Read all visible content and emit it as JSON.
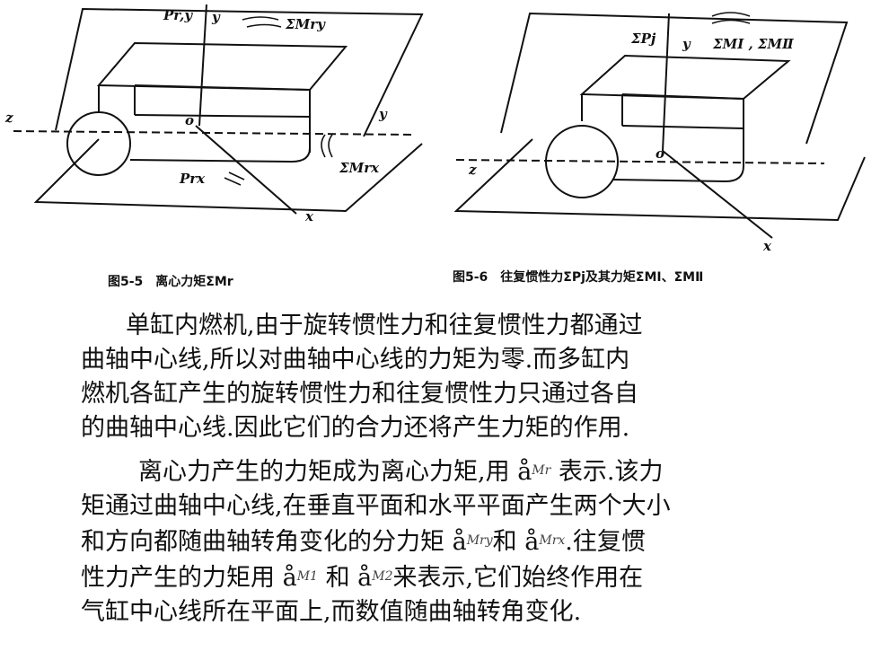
{
  "figures": {
    "left": {
      "caption": "图5-5　离心力矩ΣMr",
      "labels": {
        "pry": "Pr,y",
        "y": "y",
        "smry": "ΣMry",
        "z": "z",
        "o": "o",
        "y2": "y",
        "prx": "Prx",
        "smrx": "ΣMrx",
        "x": "x"
      }
    },
    "right": {
      "caption": "图5-6　往复惯性力ΣPj及其力矩ΣMⅠ、ΣMⅡ",
      "labels": {
        "spj": "ΣPj",
        "y": "y",
        "smi": "ΣMⅠ , ΣMⅡ",
        "z": "z",
        "o": "o",
        "x": "x"
      }
    }
  },
  "paragraph1": [
    "单缸内燃机,由于旋转惯性力和往复惯性力都通过",
    "曲轴中心线,所以对曲轴中心线的力矩为零.而多缸内",
    "燃机各缸产生的旋转惯性力和往复惯性力只通过各自",
    "的曲轴中心线.因此它们的合力还将产生力矩的作用."
  ],
  "paragraph2": {
    "line1_a": "离心力产生的力矩成为离心力矩,用",
    "sym": "å",
    "m": "M",
    "r": "r",
    "line1_b": "表示.该力",
    "line2": "矩通过曲轴中心线,在垂直平面和水平平面产生两个大小",
    "line3_a": "和方向都随曲轴转角变化的分力矩",
    "ry": "ry",
    "line3_b": "和",
    "rx": "rx",
    "line3_c": ".往复惯",
    "line4_a": "性力产生的力矩用",
    "one": "1",
    "line4_b": "和",
    "two": "2",
    "line4_c": "来表示,它们始终作用在",
    "line5": "气缸中心线所在平面上,而数值随曲轴转角变化."
  }
}
